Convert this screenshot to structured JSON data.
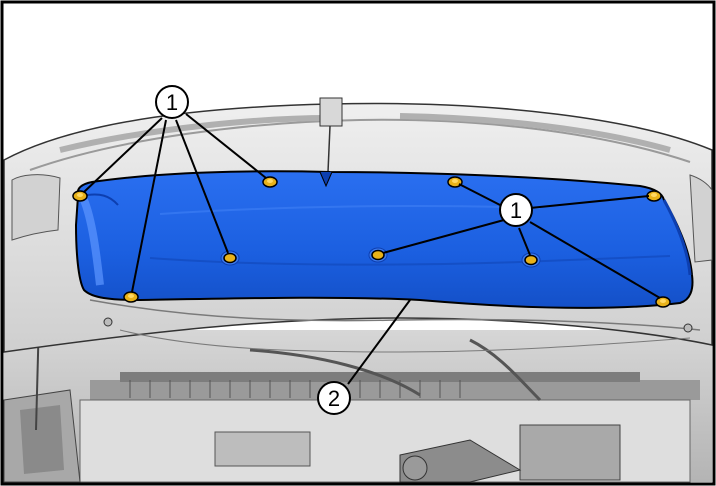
{
  "figure": {
    "callouts": [
      {
        "id": "fastener",
        "label": "1"
      },
      {
        "id": "insulator",
        "label": "2"
      }
    ],
    "colors": {
      "insulator_fill": "#1e63e6",
      "insulator_dark": "#0d3fb0",
      "fastener_fill": "#e8b21a",
      "fastener_ring": "#8a6a10",
      "hood_light": "#e4e4e4",
      "hood_mid": "#c8c8c8",
      "hood_dark": "#8e8e8e",
      "line": "#000000"
    }
  }
}
